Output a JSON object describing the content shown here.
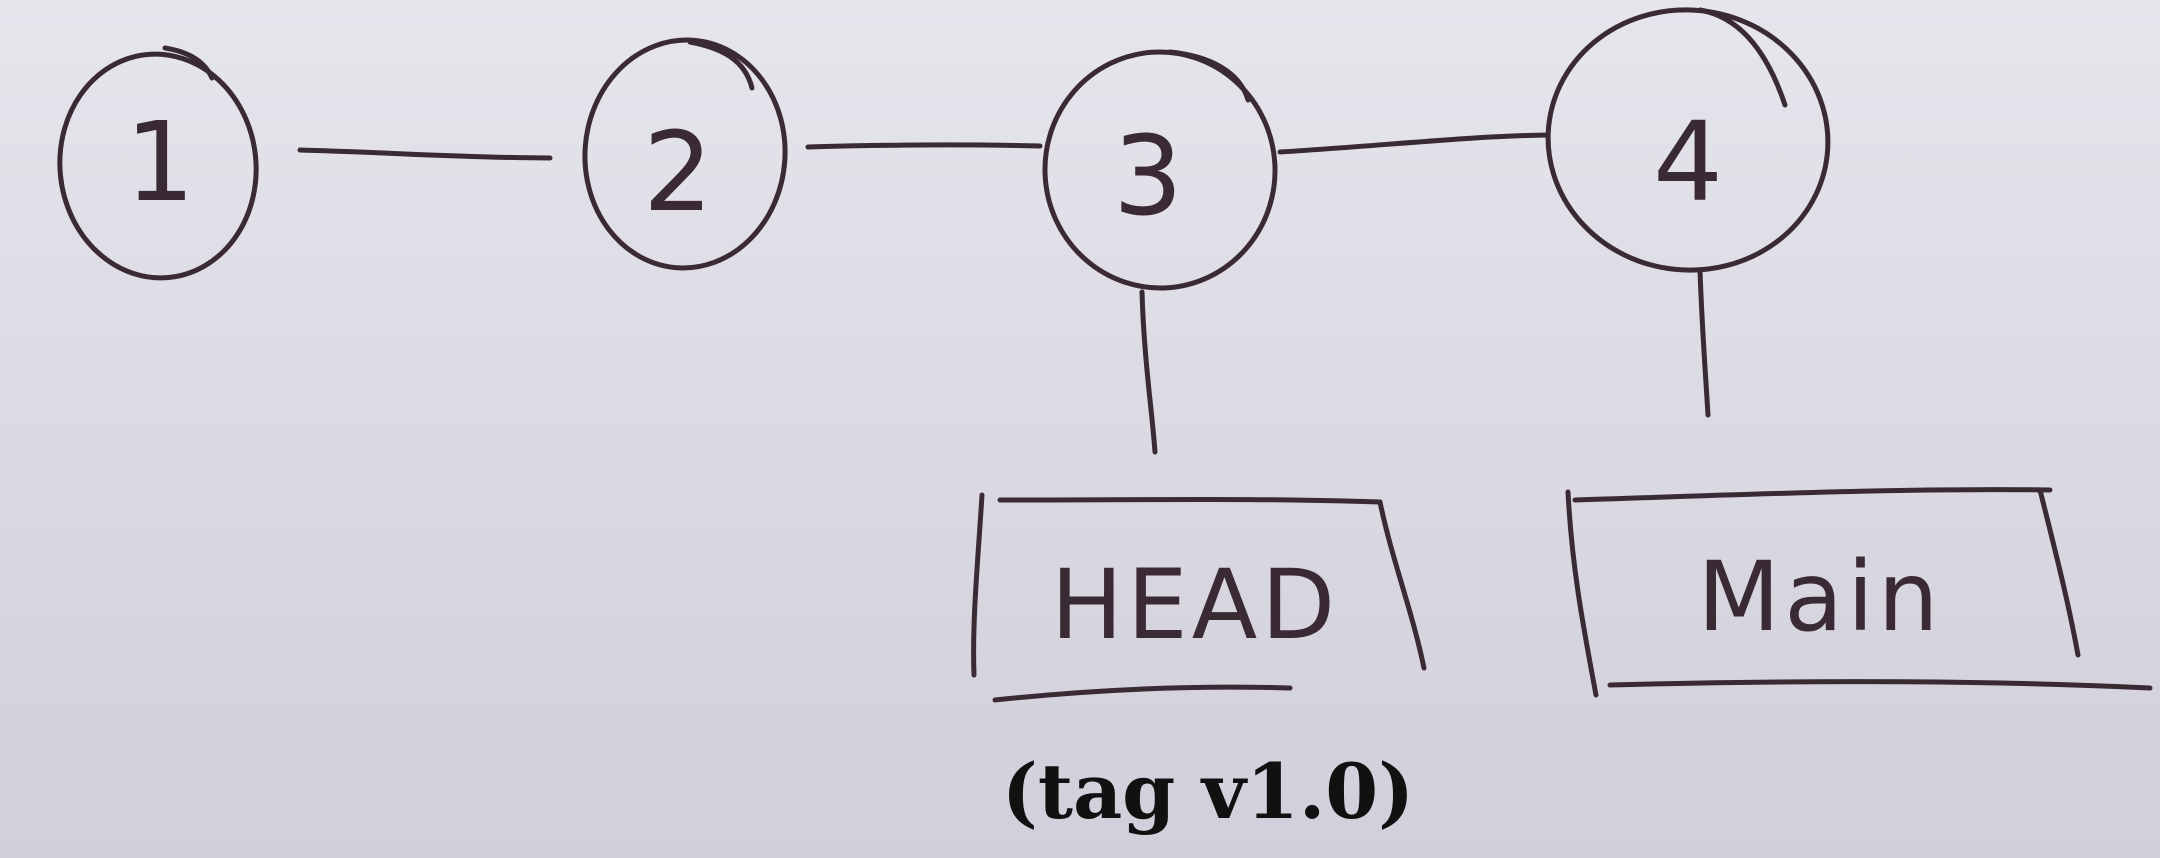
{
  "diagram": {
    "commits": [
      {
        "id": "1",
        "label": "1"
      },
      {
        "id": "2",
        "label": "2"
      },
      {
        "id": "3",
        "label": "3"
      },
      {
        "id": "4",
        "label": "4"
      }
    ],
    "edges": [
      {
        "from": "1",
        "to": "2"
      },
      {
        "from": "2",
        "to": "3"
      },
      {
        "from": "3",
        "to": "4"
      }
    ],
    "refs": {
      "head": {
        "label": "HEAD",
        "points_to": "3"
      },
      "main": {
        "label": "Main",
        "points_to": "4"
      }
    },
    "tag": {
      "label": "(tag v1.0)"
    },
    "colors": {
      "ink": "#3a2a33",
      "caption": "#111111",
      "board": "#dedde5"
    }
  }
}
